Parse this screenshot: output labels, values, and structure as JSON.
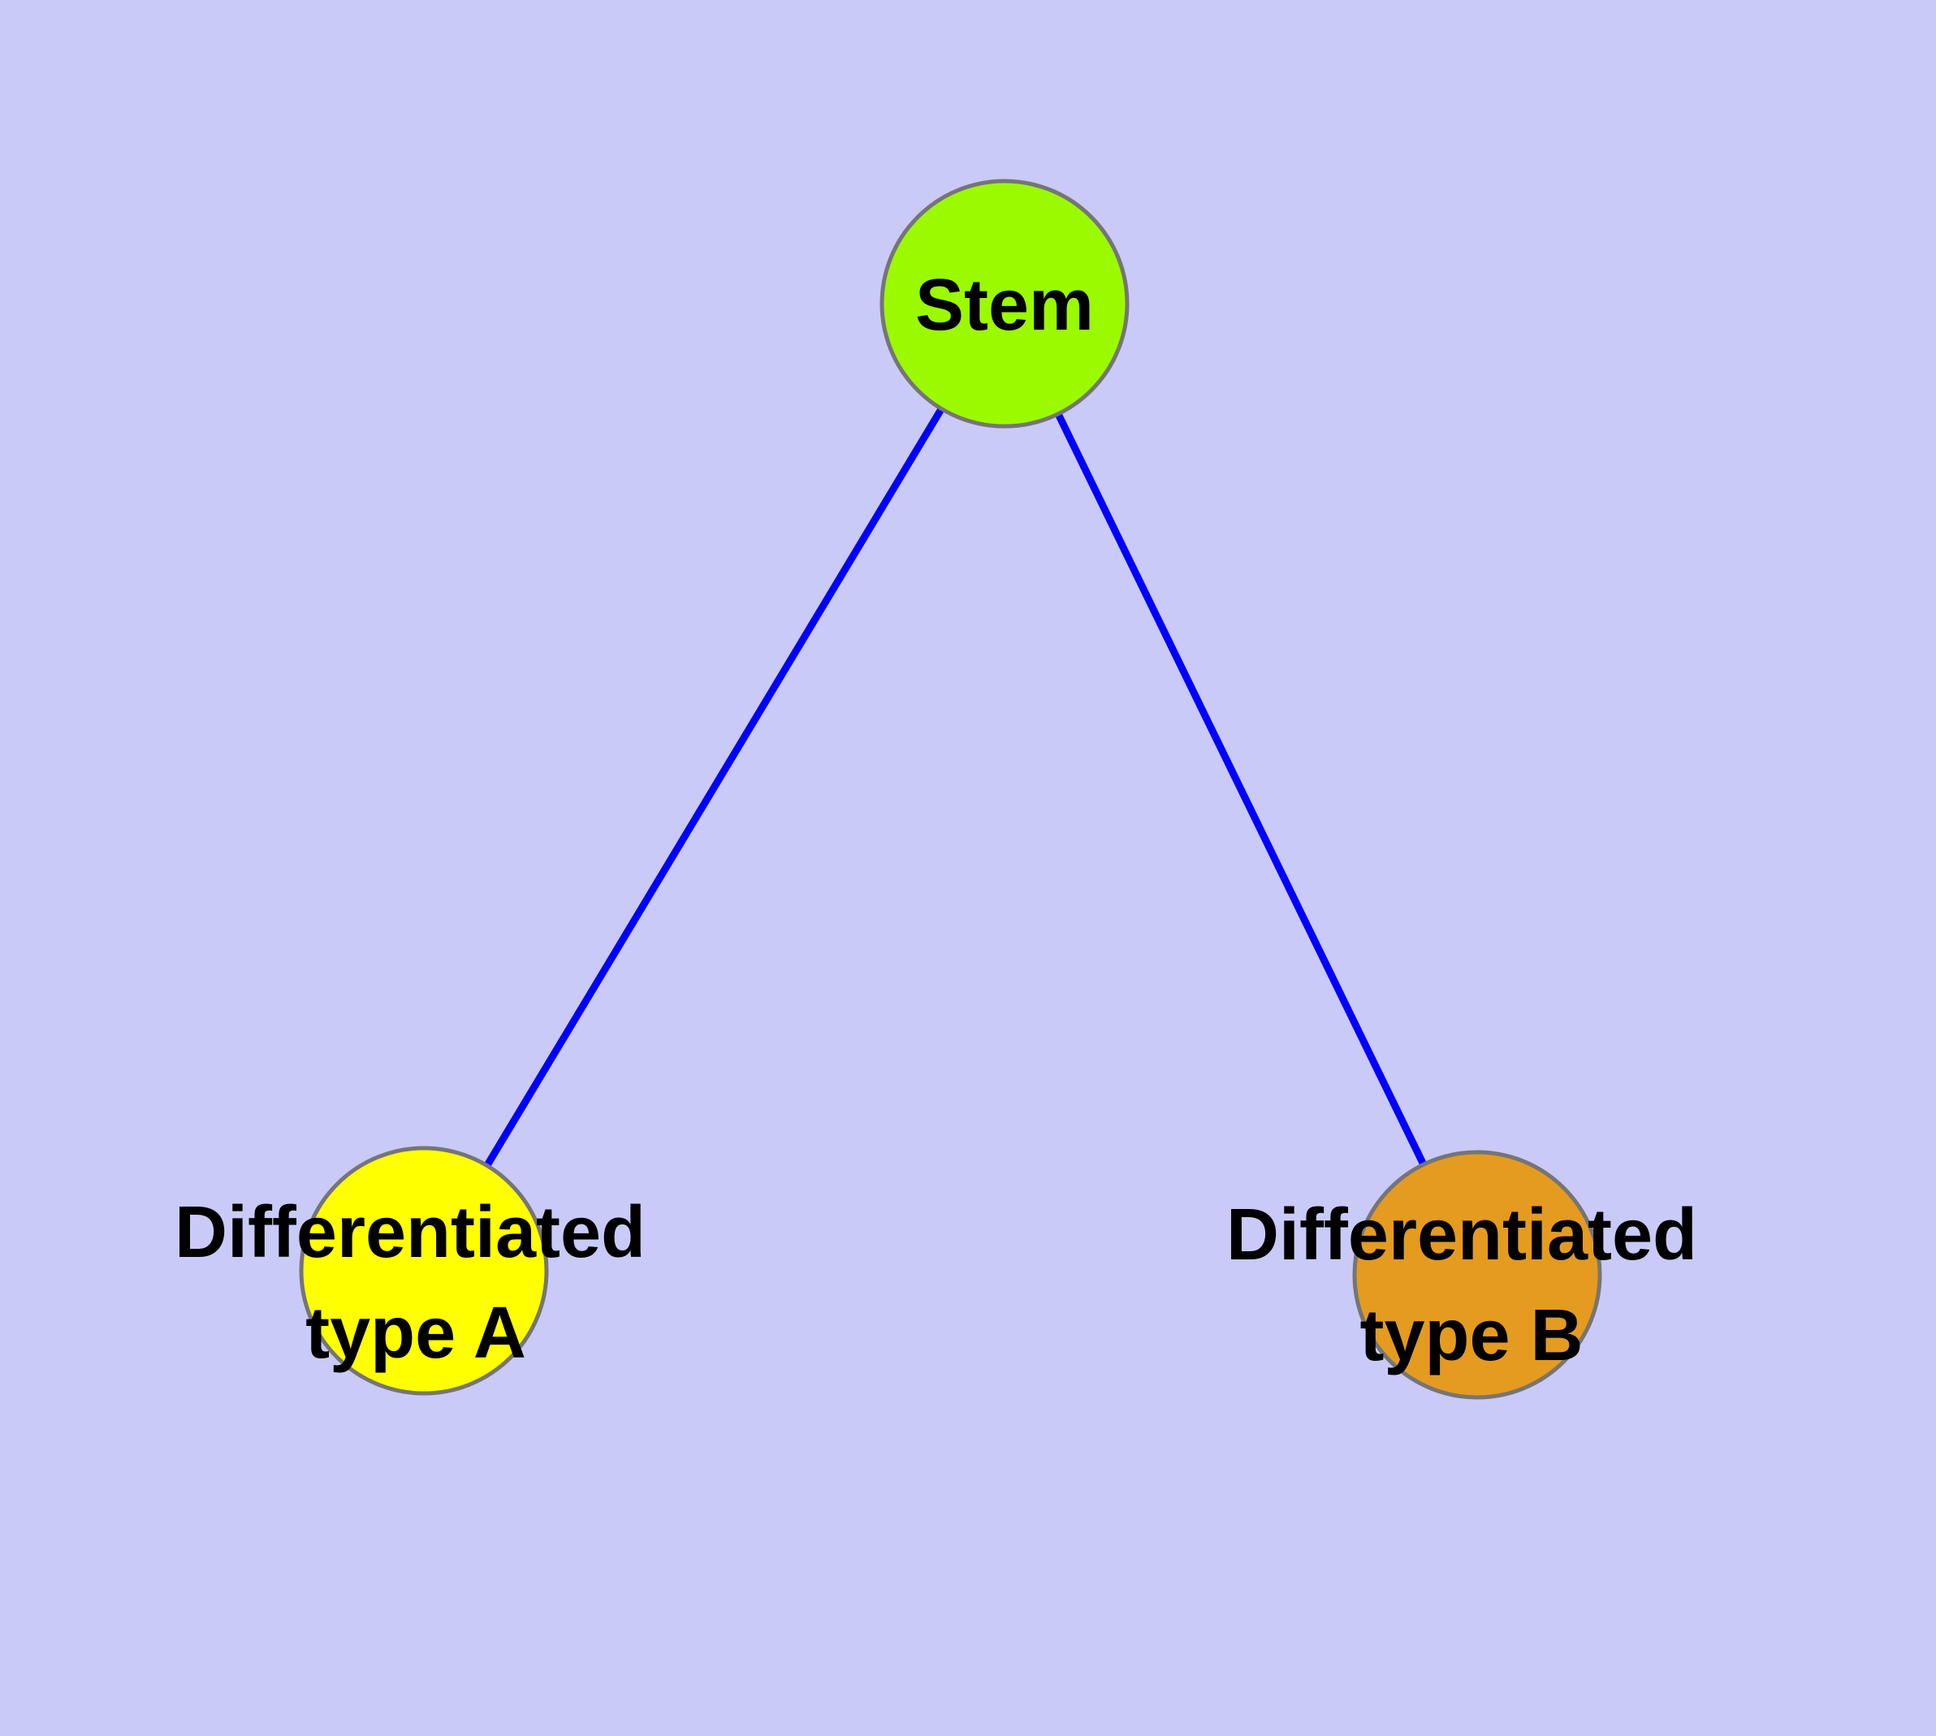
{
  "diagram": {
    "type": "graph",
    "background_color": "#CACAF8",
    "text_color": "#000000",
    "node_border_color": "#757575",
    "nodes": {
      "stem": {
        "label": "Stem",
        "fill": "#9BFA00"
      },
      "type_a": {
        "label": "Differentiated type A",
        "line1": "Differentiated",
        "line2": "type A",
        "fill": "#FFFF00"
      },
      "type_b": {
        "label": "Differentiated type B",
        "line1": "Differentiated",
        "line2": "type B",
        "fill": "#E49B20"
      }
    },
    "edges": {
      "color": "#0000FF",
      "connections": [
        {
          "from": "Stem",
          "to": "Differentiated type A"
        },
        {
          "from": "Stem",
          "to": "Differentiated type B"
        }
      ]
    }
  }
}
